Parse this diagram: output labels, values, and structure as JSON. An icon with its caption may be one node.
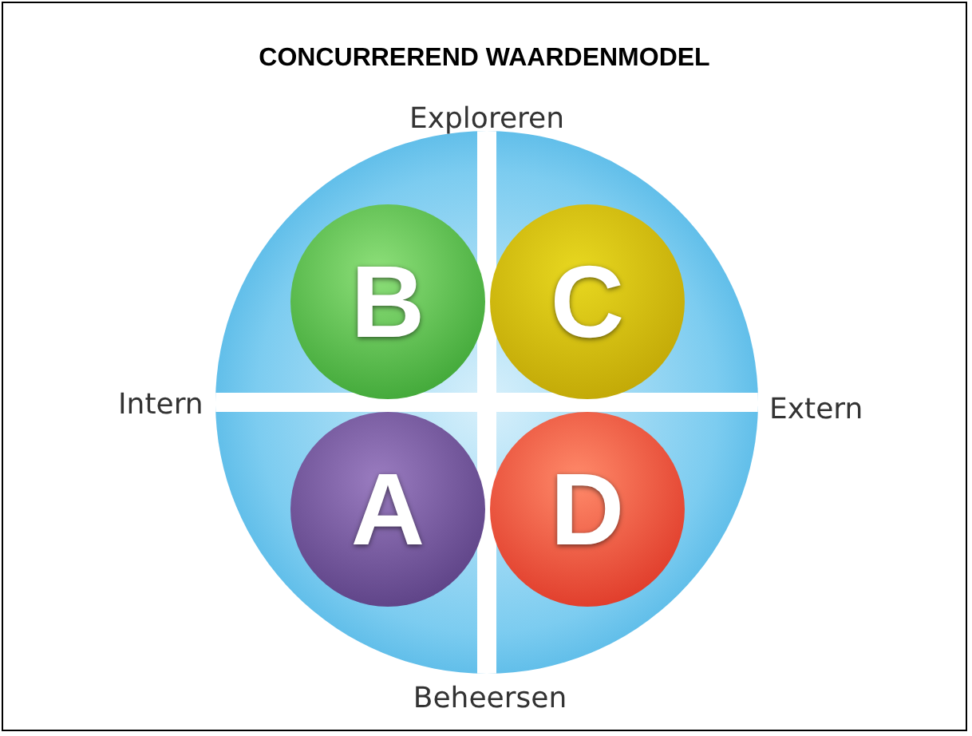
{
  "diagram": {
    "title": "CONCURREREND WAARDENMODEL",
    "nodes": [
      {
        "text": [],
        "shape": "circle"
      },
      {
        "text": [
          "B"
        ],
        "in": 0
      },
      {
        "text": [
          "C"
        ],
        "in": 0
      },
      {
        "text": [
          "A"
        ],
        "in": 0
      },
      {
        "text": [
          "D"
        ],
        "in": 0
      }
    ],
    "labels": [
      "Exploreren",
      "Intern",
      "Extern",
      "Beheersen"
    ]
  }
}
